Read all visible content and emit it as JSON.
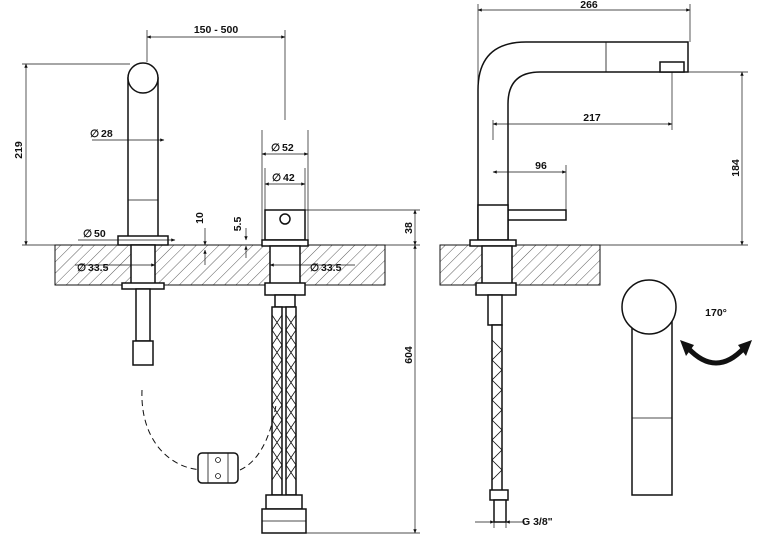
{
  "dimensions": {
    "spout_reach": "150 - 500",
    "total_height": "219",
    "spout_diameter": "28",
    "body_diameter": "52",
    "handle_diameter": "42",
    "base_diameter": "50",
    "hole_left": "33.5",
    "hole_right": "33.5",
    "deck_thickness_a": "10",
    "deck_thickness_b": "5.5",
    "handle_height": "38",
    "hose_length": "604",
    "side_depth": "266",
    "side_reach": "217",
    "side_handle": "96",
    "side_height": "184",
    "thread": "G 3/8\"",
    "rotation": "170°"
  },
  "symbols": {
    "diameter": "∅"
  }
}
